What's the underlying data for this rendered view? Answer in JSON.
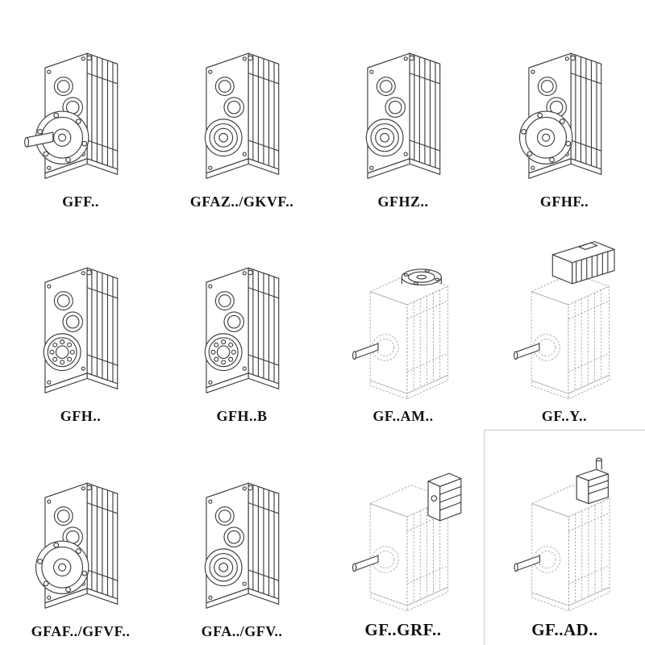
{
  "page": {
    "background": "#ffffff",
    "solid_line_color": "#3d3d3d",
    "dashed_line_color": "#a6a6a6",
    "label_color": "#101010"
  },
  "items": [
    {
      "label": "GFF..",
      "drawing": "gear-reducer-output-flange-with-shaft",
      "line_style": "solid"
    },
    {
      "label": "GFAZ../GKVF..",
      "drawing": "gear-reducer-hollow-shaft",
      "line_style": "solid"
    },
    {
      "label": "GFHZ..",
      "drawing": "gear-reducer-hollow-shaft",
      "line_style": "solid"
    },
    {
      "label": "GFHF..",
      "drawing": "gear-reducer-output-flange",
      "line_style": "solid"
    },
    {
      "label": "GFH..",
      "drawing": "gear-reducer-bearing-output",
      "line_style": "solid"
    },
    {
      "label": "GFH..B",
      "drawing": "gear-reducer-bearing-output",
      "line_style": "solid"
    },
    {
      "label": "GF..AM..",
      "drawing": "gear-reducer-ghost-input-flange-top",
      "line_style": "dashed"
    },
    {
      "label": "GF..Y..",
      "drawing": "gear-reducer-ghost-motor-mounted",
      "line_style": "dashed"
    },
    {
      "label": "GFAF../GFVF..",
      "drawing": "gear-reducer-output-flange",
      "line_style": "solid"
    },
    {
      "label": "GFA../GFV..",
      "drawing": "gear-reducer-hollow-shaft",
      "line_style": "solid"
    },
    {
      "label": "GF..GRF..",
      "drawing": "gear-reducer-ghost-side-block",
      "line_style": "dashed"
    },
    {
      "label": "GF..AD..",
      "drawing": "gear-reducer-ghost-top-adapter",
      "line_style": "dashed"
    }
  ]
}
